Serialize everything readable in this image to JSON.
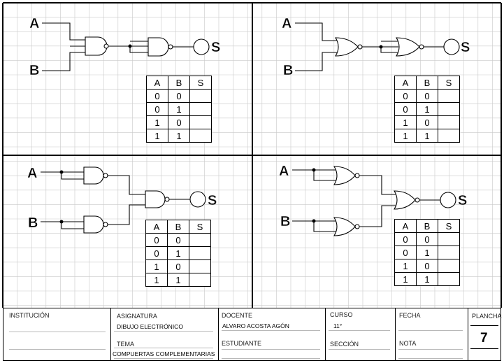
{
  "panels": [
    {
      "id": "p1",
      "input_a": "A",
      "input_b": "B",
      "output": "S"
    },
    {
      "id": "p2",
      "input_a": "A",
      "input_b": "B",
      "output": "S"
    },
    {
      "id": "p3",
      "input_a": "A",
      "input_b": "B",
      "output": "S"
    },
    {
      "id": "p4",
      "input_a": "A",
      "input_b": "B",
      "output": "S"
    }
  ],
  "truth_table": {
    "headers": [
      "A",
      "B",
      "S"
    ],
    "rows": [
      [
        "0",
        "0",
        ""
      ],
      [
        "0",
        "1",
        ""
      ],
      [
        "1",
        "0",
        ""
      ],
      [
        "1",
        "1",
        ""
      ]
    ]
  },
  "title_block": {
    "institucion_label": "INSTITUCIÓN",
    "asignatura_label": "ASIGNATURA",
    "asignatura_value": "DIBUJO ELECTRÓNICO",
    "tema_label": "TEMA",
    "tema_value": "COMPUERTAS COMPLEMENTARIAS",
    "docente_label": "DOCENTE",
    "docente_value": "ALVARO ACOSTA AGÓN",
    "estudiante_label": "ESTUDIANTE",
    "curso_label": "CURSO",
    "curso_value": "11°",
    "seccion_label": "SECCIÓN",
    "fecha_label": "FECHA",
    "nota_label": "NOTA",
    "plancha_label": "PLANCHA",
    "plancha_value": "7"
  }
}
